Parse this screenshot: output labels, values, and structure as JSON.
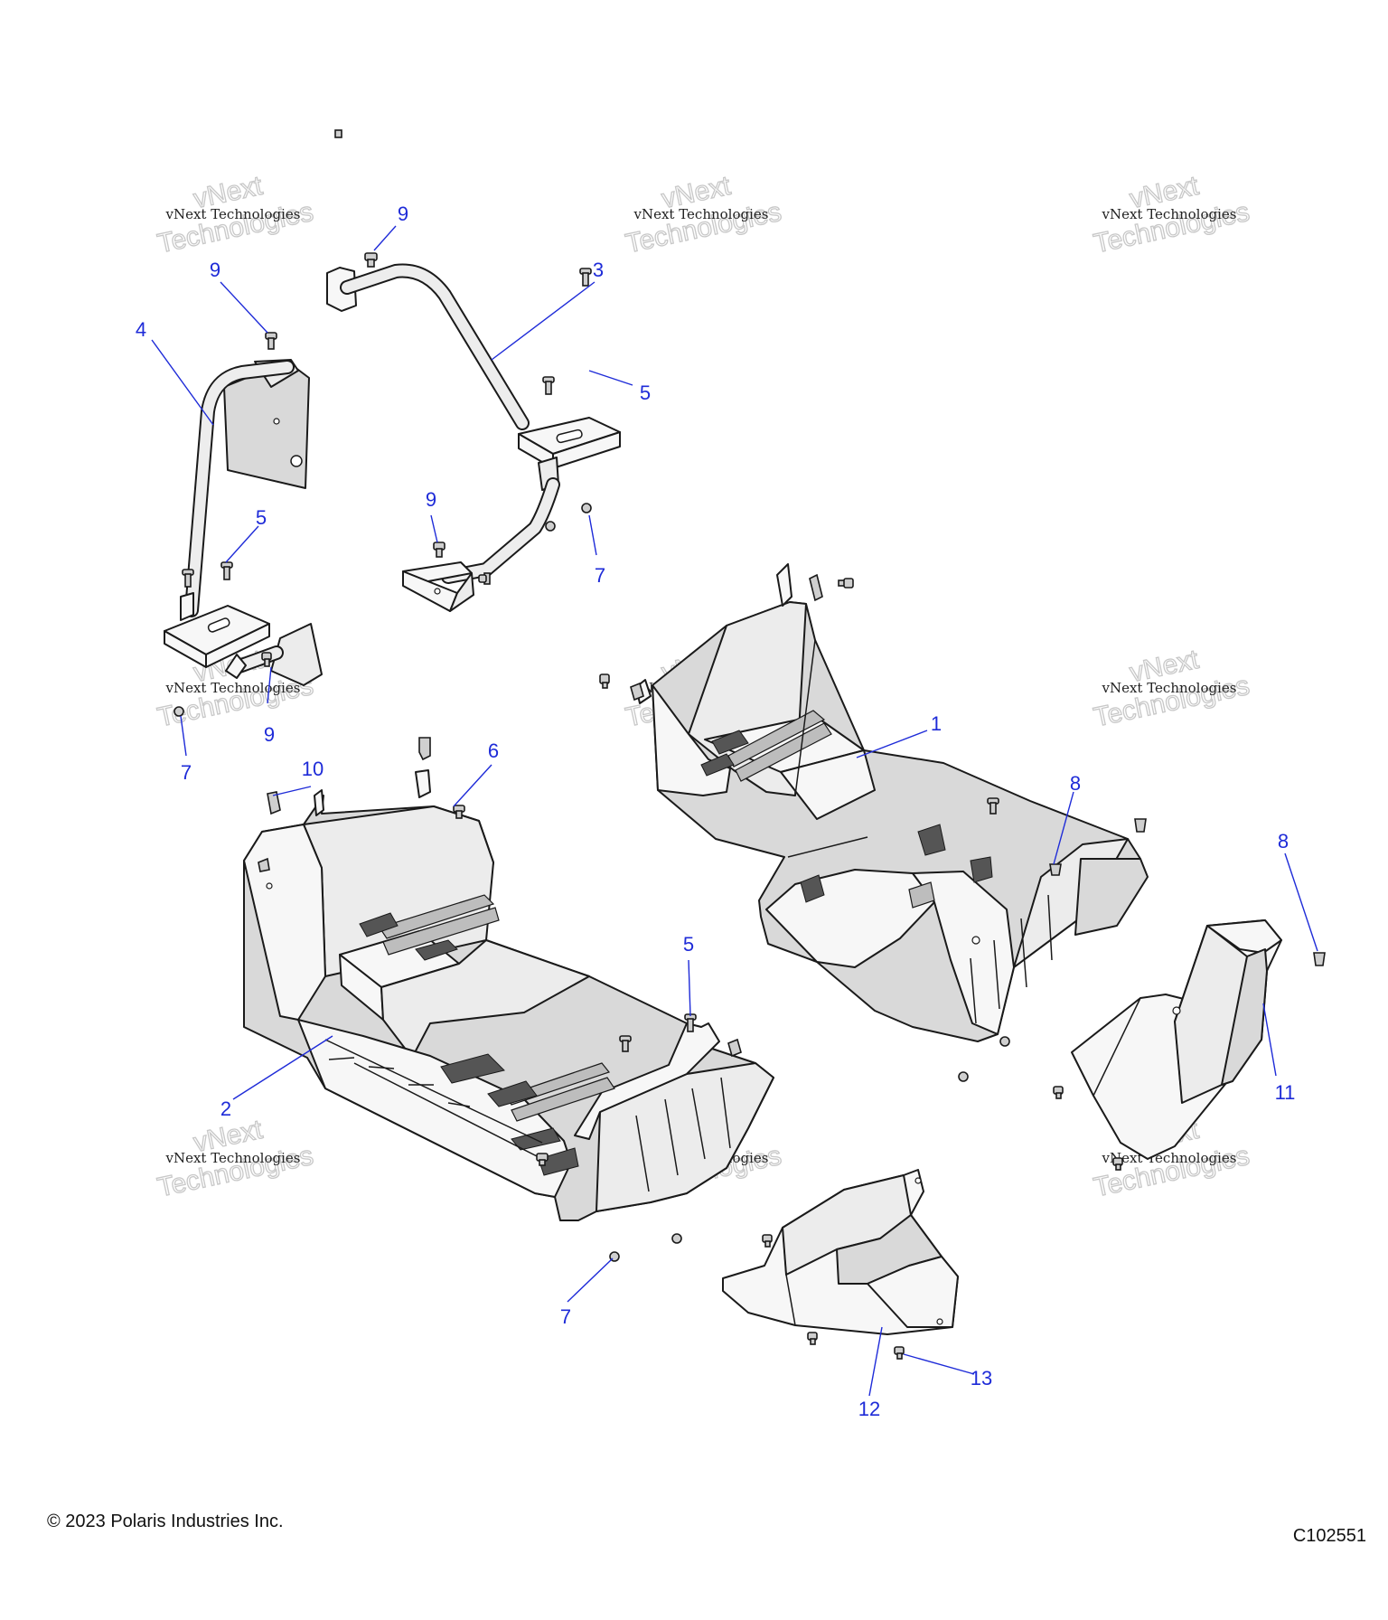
{
  "footer": {
    "copyright": "© 2023 Polaris Industries Inc.",
    "figure_id": "C102551"
  },
  "watermark": {
    "line_small": "vNext Technologies",
    "word_top": "vNext",
    "word_bottom": "Technologies"
  },
  "callouts": [
    "1",
    "2",
    "3",
    "4",
    "5",
    "5",
    "5",
    "6",
    "7",
    "7",
    "7",
    "8",
    "8",
    "9",
    "9",
    "9",
    "9",
    "10",
    "11",
    "12",
    "13"
  ]
}
